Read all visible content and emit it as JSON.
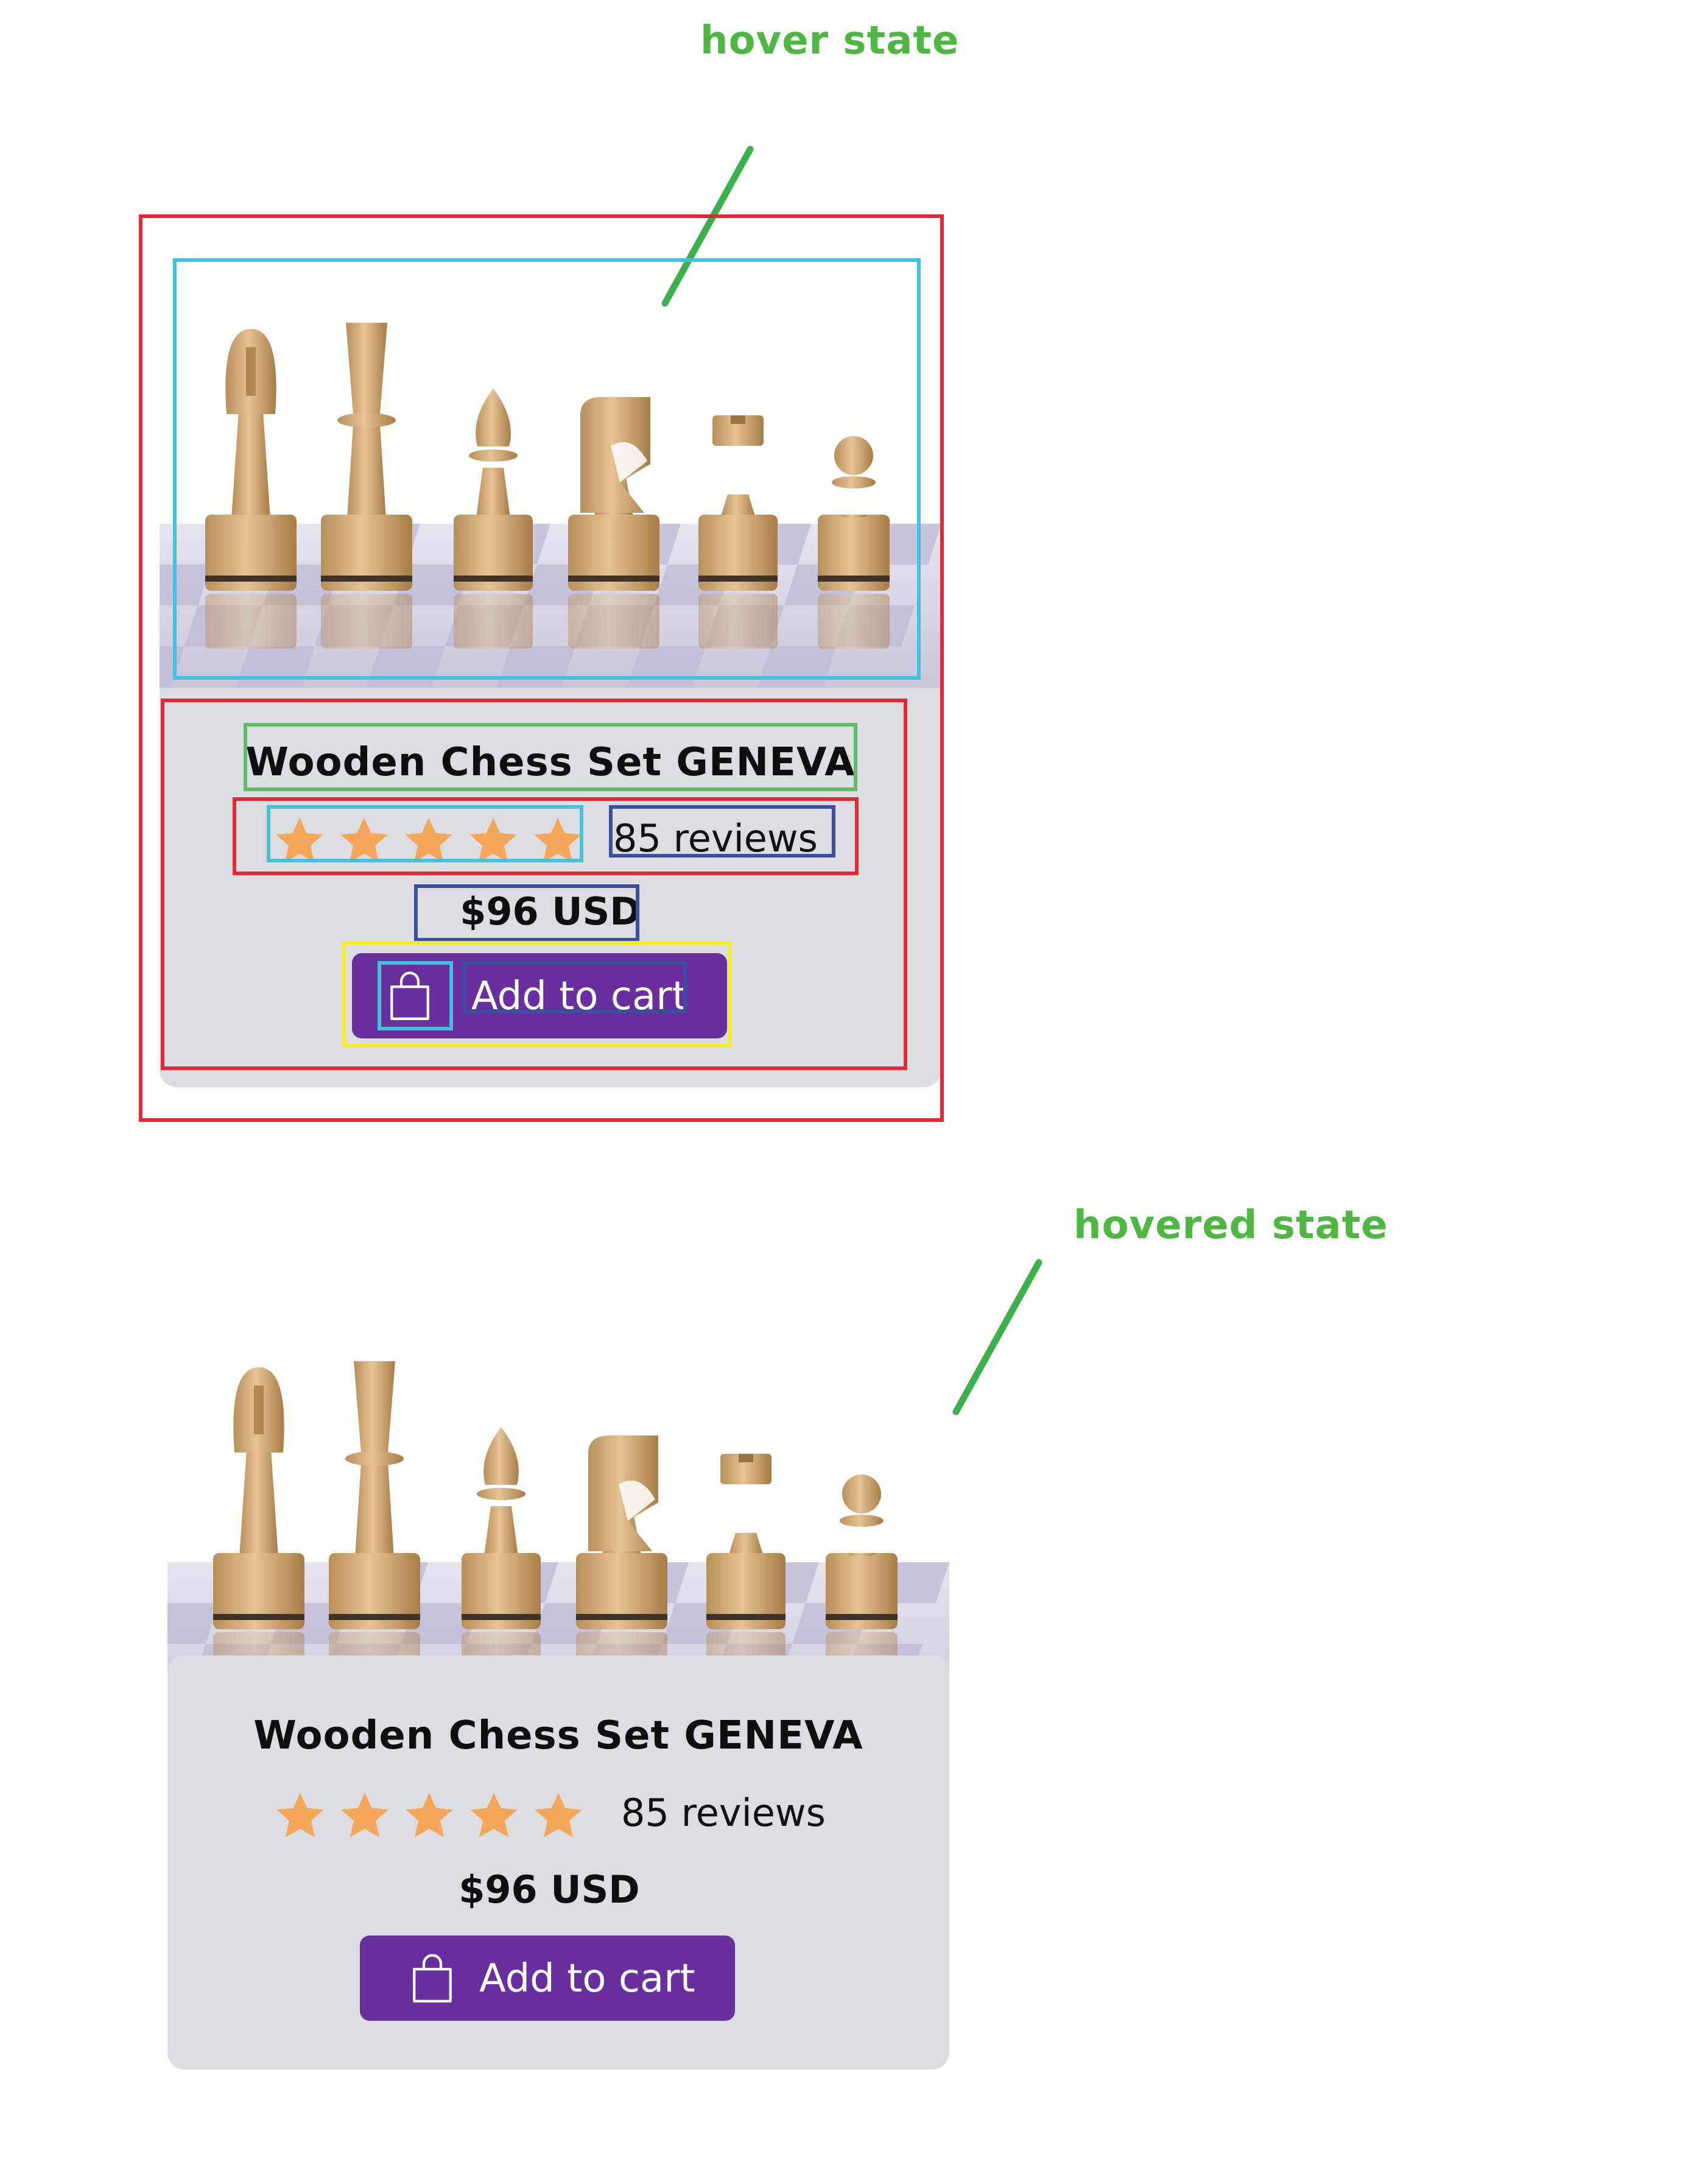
{
  "annotations": {
    "top_label": "hover state",
    "bottom_label": "hovered state",
    "color": "#4fb543"
  },
  "colors": {
    "card_background": "#dcdde0",
    "button_background": "#6a2f9e",
    "button_text": "#ffffff",
    "star": "#f5a85b",
    "frame_red": "#e02b36",
    "frame_cyan": "#45c0dd",
    "frame_green": "#5bbd64",
    "frame_navy": "#3d4f9c",
    "frame_yellow": "#f4ea27"
  },
  "product": {
    "image_icon": "chess-pieces-image",
    "title": "Wooden Chess Set GENEVA",
    "rating": 5,
    "rating_max": 5,
    "star_icon": "star-icon",
    "reviews": "85 reviews",
    "price": "$96 USD",
    "button": {
      "icon": "shopping-bag-icon",
      "label": "Add to cart"
    }
  }
}
